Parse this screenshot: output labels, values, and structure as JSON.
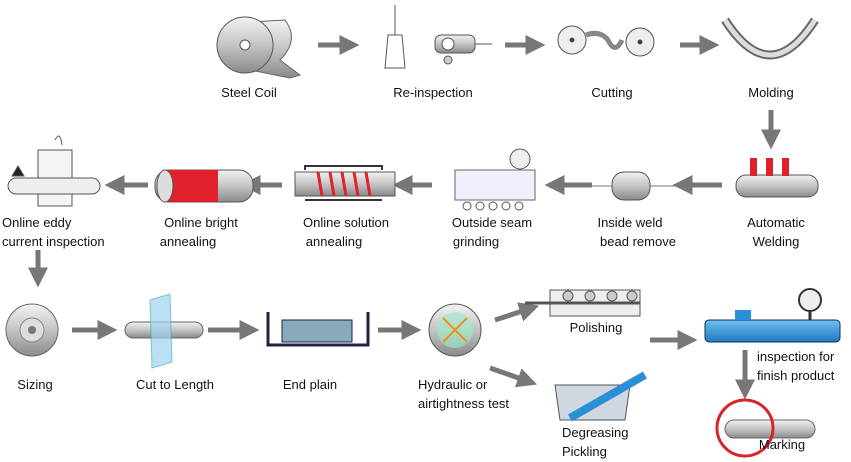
{
  "colors": {
    "arrow": "#777777",
    "metal": "#c8c8c8",
    "red": "#e0202a",
    "blue": "#2a8fd6",
    "marking_ring": "#d9232a"
  },
  "steps": {
    "steel_coil": {
      "lines": [
        "Steel Coil"
      ]
    },
    "re_inspection": {
      "lines": [
        "Re-inspection"
      ]
    },
    "cutting": {
      "lines": [
        "Cutting"
      ]
    },
    "molding": {
      "lines": [
        "Molding"
      ]
    },
    "automatic_welding": {
      "lines": [
        "Automatic",
        "Welding"
      ]
    },
    "inside_weld": {
      "lines": [
        "Inside weld",
        "bead remove"
      ]
    },
    "outside_seam": {
      "lines": [
        "Outside seam",
        "grinding"
      ]
    },
    "solution_annealing": {
      "lines": [
        "Online solution",
        "annealing"
      ]
    },
    "bright_annealing": {
      "lines": [
        "Online bright",
        "annealing"
      ]
    },
    "eddy_current": {
      "lines": [
        "Online eddy",
        "current inspection"
      ]
    },
    "sizing": {
      "lines": [
        "Sizing"
      ]
    },
    "cut_to_length": {
      "lines": [
        "Cut to Length"
      ]
    },
    "end_plain": {
      "lines": [
        "End plain"
      ]
    },
    "hydraulic": {
      "lines": [
        "Hydraulic or",
        "airtightness test"
      ]
    },
    "polishing": {
      "lines": [
        "Polishing"
      ]
    },
    "degreasing": {
      "lines": [
        "Degreasing",
        "Pickling"
      ]
    },
    "finish_inspection": {
      "lines": [
        "inspection for",
        "finish product"
      ]
    },
    "marking": {
      "lines": [
        "Marking"
      ]
    }
  }
}
